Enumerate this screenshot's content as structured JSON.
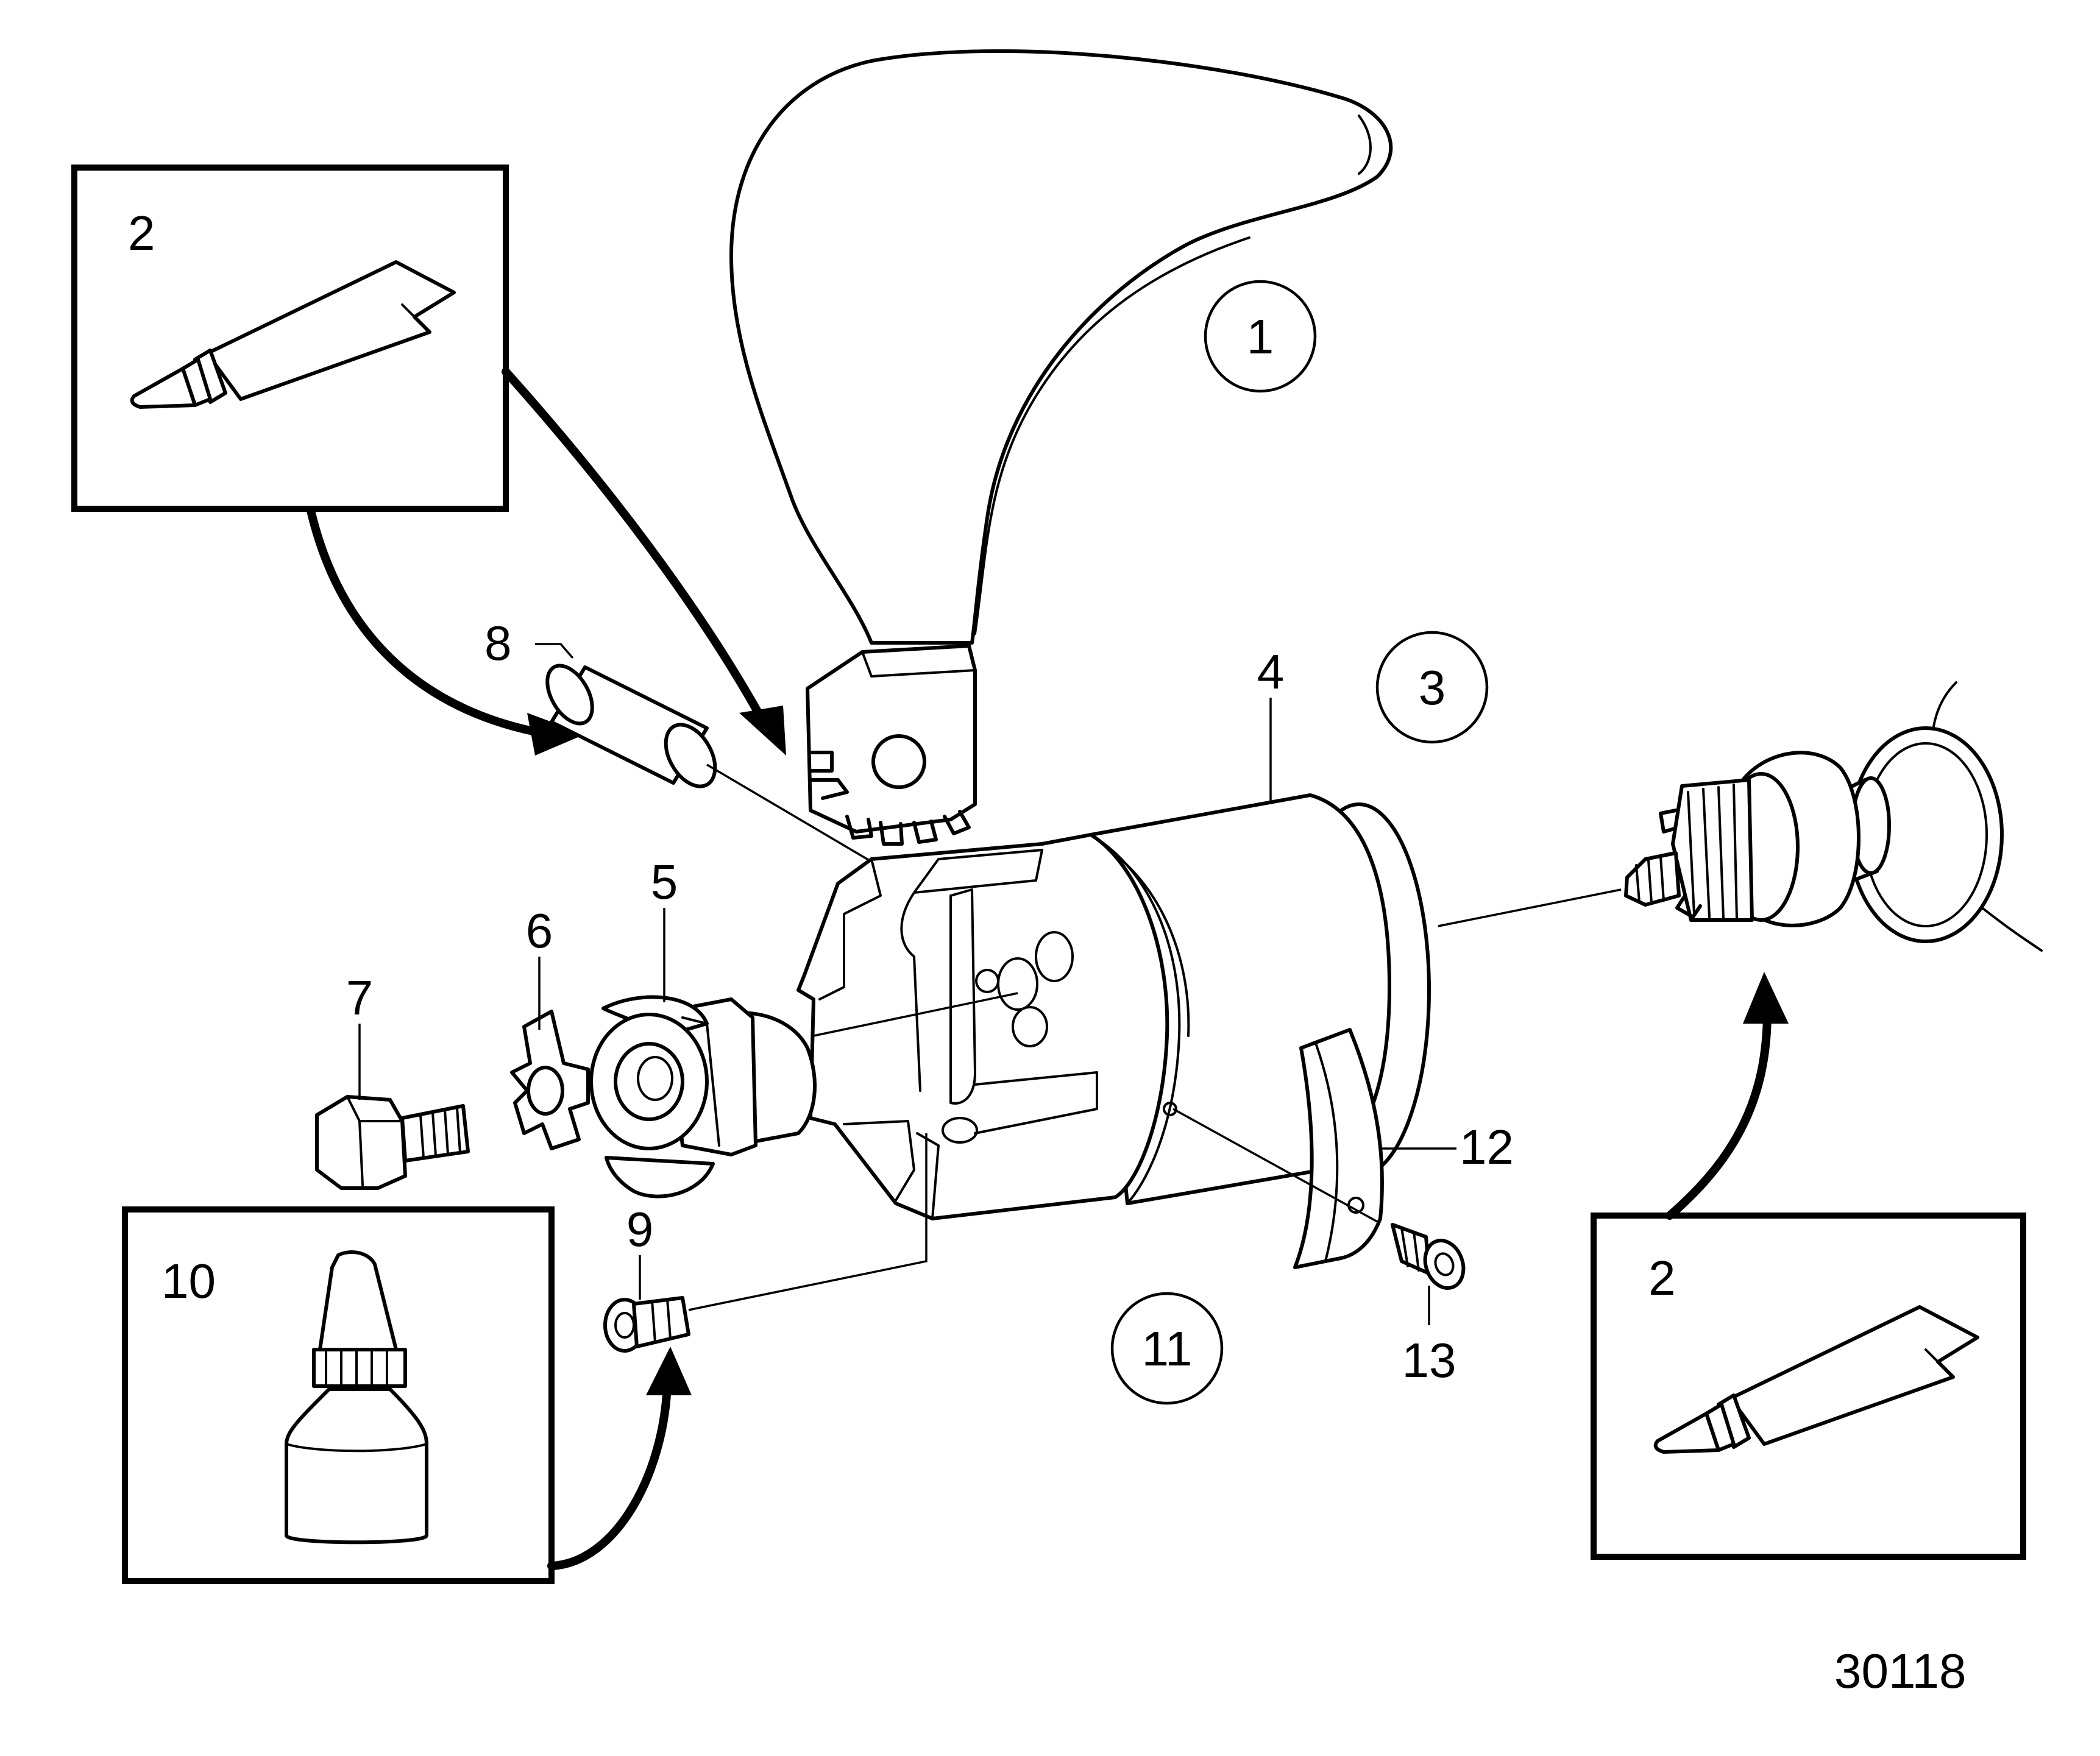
{
  "figure": {
    "reference_number": "30118"
  },
  "callouts": {
    "c1": "1",
    "c2_top_left": "2",
    "c2_bottom_right": "2",
    "c3": "3",
    "c4": "4",
    "c5": "5",
    "c6": "6",
    "c7": "7",
    "c8": "8",
    "c9": "9",
    "c10": "10",
    "c11": "11",
    "c12": "12",
    "c13": "13"
  },
  "icons": {
    "grease_tube": "grease-tube-icon",
    "thread_locker": "thread-locker-bottle-icon"
  }
}
